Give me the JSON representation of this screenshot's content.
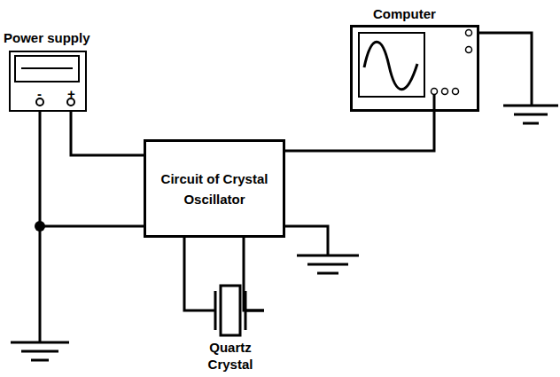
{
  "diagram": {
    "nodes": [
      {
        "text": [
          "Power supply"
        ]
      },
      {
        "text": [
          "Computer"
        ]
      },
      {
        "text": [
          "Circuit of Crystal Oscillator"
        ]
      },
      {
        "text": [
          "Quartz Crystal"
        ]
      }
    ],
    "edges": [
      {
        "from": 0,
        "to": 2,
        "arrow": "none"
      },
      {
        "from": 0,
        "to": 2,
        "arrow": "none"
      },
      {
        "from": 2,
        "to": 1,
        "arrow": "none"
      },
      {
        "from": 2,
        "to": 3,
        "arrow": "none"
      },
      {
        "from": 2,
        "to": 3,
        "arrow": "none"
      }
    ],
    "labels": [
      "-",
      "+"
    ]
  }
}
